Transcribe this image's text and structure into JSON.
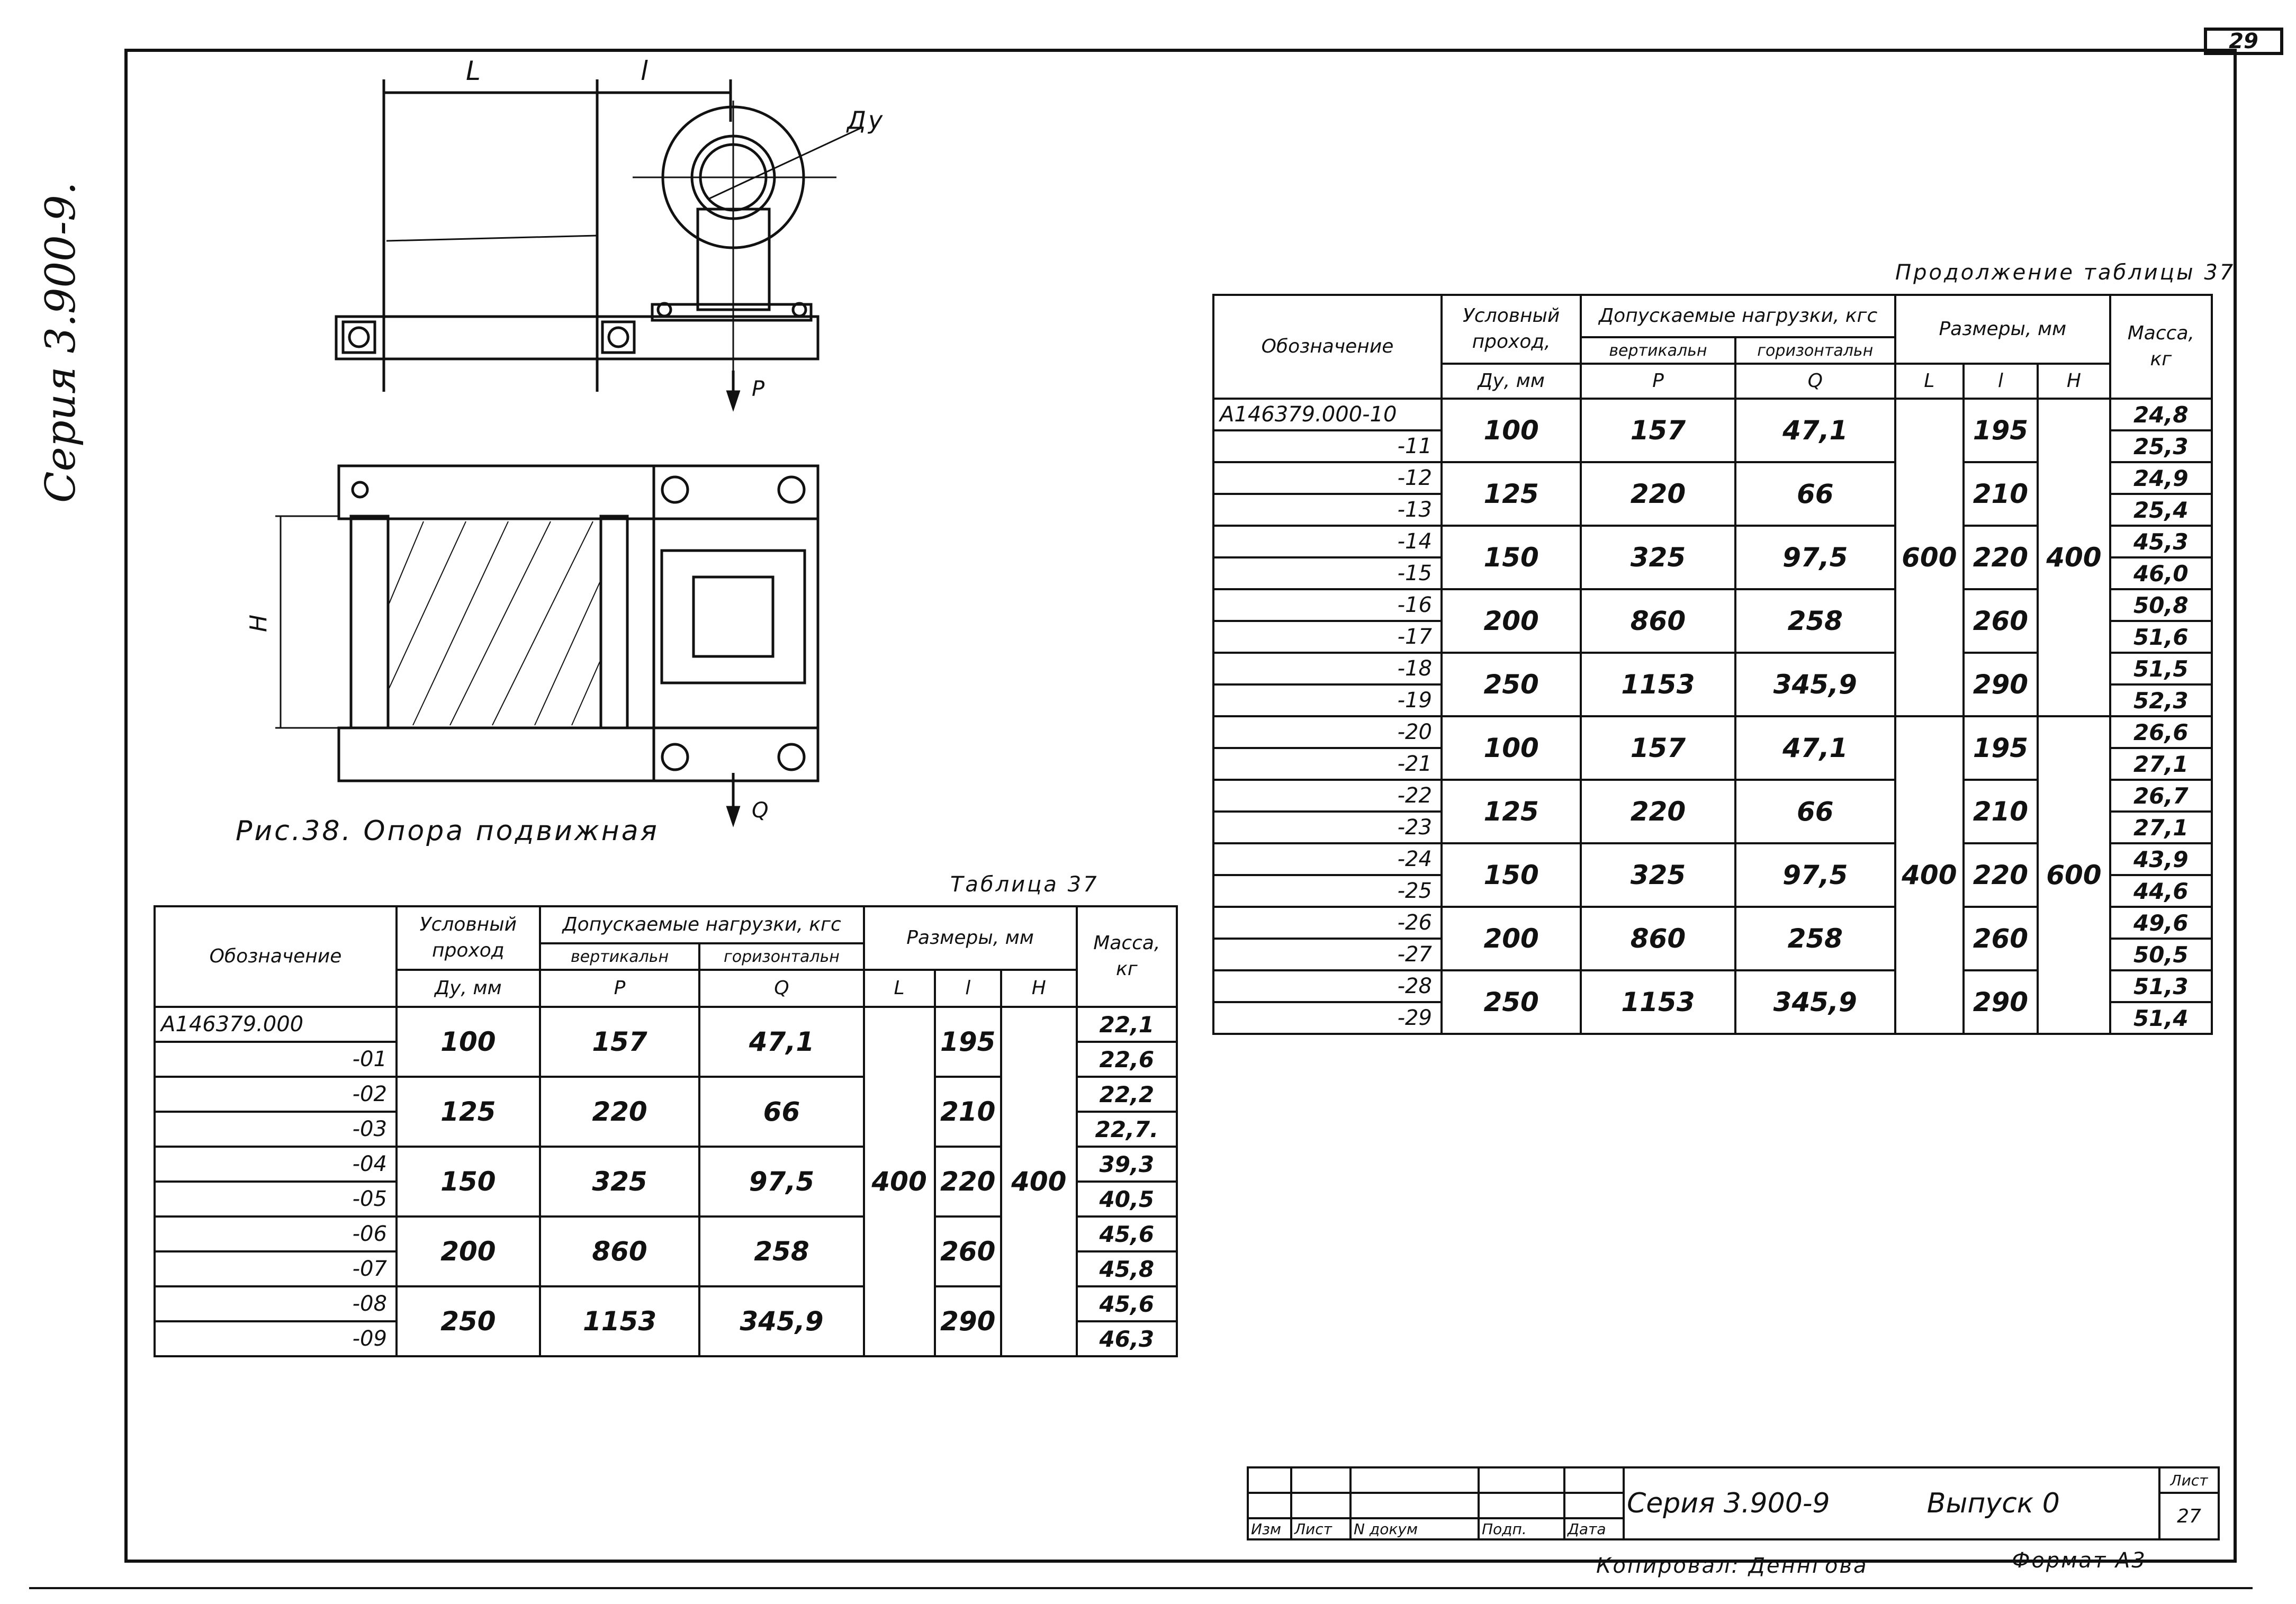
{
  "page": {
    "page_number": "29",
    "side_label": "Серия 3.900-9.",
    "figure_caption": "Рис.38. Опора подвижная",
    "copied_by": "Копировал: Деннгова",
    "format": "Формат А3"
  },
  "drawing_labels": {
    "L": "L",
    "l": "l",
    "du": "Ду",
    "P": "P",
    "Q": "Q",
    "H": "H"
  },
  "table37": {
    "title": "Таблица 37",
    "headers": {
      "designation": "Обозначение",
      "passage": "Условный проход",
      "passage_unit": "Ду, мм",
      "loads": "Допускаемые нагрузки, кгс",
      "vertical": "вертикальн",
      "horizontal": "горизонтальн",
      "P": "P",
      "Q": "Q",
      "dims": "Размеры, мм",
      "L": "L",
      "l": "l",
      "H": "H",
      "mass": "Масса, кг"
    },
    "L_value": "400",
    "H_value": "400",
    "groups": [
      {
        "d": "100",
        "p": "157",
        "q": "47,1",
        "l": "195",
        "rows": [
          {
            "des": "А146379.000",
            "mass": "22,1"
          },
          {
            "des": "-01",
            "mass": "22,6"
          }
        ]
      },
      {
        "d": "125",
        "p": "220",
        "q": "66",
        "l": "210",
        "rows": [
          {
            "des": "-02",
            "mass": "22,2"
          },
          {
            "des": "-03",
            "mass": "22,7."
          }
        ]
      },
      {
        "d": "150",
        "p": "325",
        "q": "97,5",
        "l": "220",
        "rows": [
          {
            "des": "-04",
            "mass": "39,3"
          },
          {
            "des": "-05",
            "mass": "40,5"
          }
        ]
      },
      {
        "d": "200",
        "p": "860",
        "q": "258",
        "l": "260",
        "rows": [
          {
            "des": "-06",
            "mass": "45,6"
          },
          {
            "des": "-07",
            "mass": "45,8"
          }
        ]
      },
      {
        "d": "250",
        "p": "1153",
        "q": "345,9",
        "l": "290",
        "rows": [
          {
            "des": "-08",
            "mass": "45,6"
          },
          {
            "des": "-09",
            "mass": "46,3"
          }
        ]
      }
    ]
  },
  "table37_cont": {
    "title": "Продолжение таблицы 37",
    "headers": {
      "designation": "Обозначение",
      "passage": "Условный проход,",
      "passage_unit": "Ду, мм",
      "loads": "Допускаемые нагрузки, кгс",
      "vertical": "вертикальн",
      "horizontal": "горизонтальн",
      "P": "P",
      "Q": "Q",
      "dims": "Размеры, мм",
      "L": "L",
      "l": "l",
      "H": "H",
      "mass": "Масса, кг"
    },
    "blocks": [
      {
        "L_value": "600",
        "H_value": "400",
        "groups": [
          {
            "d": "100",
            "p": "157",
            "q": "47,1",
            "l": "195",
            "rows": [
              {
                "des": "А146379.000-10",
                "mass": "24,8"
              },
              {
                "des": "-11",
                "mass": "25,3"
              }
            ]
          },
          {
            "d": "125",
            "p": "220",
            "q": "66",
            "l": "210",
            "rows": [
              {
                "des": "-12",
                "mass": "24,9"
              },
              {
                "des": "-13",
                "mass": "25,4"
              }
            ]
          },
          {
            "d": "150",
            "p": "325",
            "q": "97,5",
            "l": "220",
            "rows": [
              {
                "des": "-14",
                "mass": "45,3"
              },
              {
                "des": "-15",
                "mass": "46,0"
              }
            ]
          },
          {
            "d": "200",
            "p": "860",
            "q": "258",
            "l": "260",
            "rows": [
              {
                "des": "-16",
                "mass": "50,8"
              },
              {
                "des": "-17",
                "mass": "51,6"
              }
            ]
          },
          {
            "d": "250",
            "p": "1153",
            "q": "345,9",
            "l": "290",
            "rows": [
              {
                "des": "-18",
                "mass": "51,5"
              },
              {
                "des": "-19",
                "mass": "52,3"
              }
            ]
          }
        ]
      },
      {
        "L_value": "400",
        "H_value": "600",
        "groups": [
          {
            "d": "100",
            "p": "157",
            "q": "47,1",
            "l": "195",
            "rows": [
              {
                "des": "-20",
                "mass": "26,6"
              },
              {
                "des": "-21",
                "mass": "27,1"
              }
            ]
          },
          {
            "d": "125",
            "p": "220",
            "q": "66",
            "l": "210",
            "rows": [
              {
                "des": "-22",
                "mass": "26,7"
              },
              {
                "des": "-23",
                "mass": "27,1"
              }
            ]
          },
          {
            "d": "150",
            "p": "325",
            "q": "97,5",
            "l": "220",
            "rows": [
              {
                "des": "-24",
                "mass": "43,9"
              },
              {
                "des": "-25",
                "mass": "44,6"
              }
            ]
          },
          {
            "d": "200",
            "p": "860",
            "q": "258",
            "l": "260",
            "rows": [
              {
                "des": "-26",
                "mass": "49,6"
              },
              {
                "des": "-27",
                "mass": "50,5"
              }
            ]
          },
          {
            "d": "250",
            "p": "1153",
            "q": "345,9",
            "l": "290",
            "rows": [
              {
                "des": "-28",
                "mass": "51,3"
              },
              {
                "des": "-29",
                "mass": "51,4"
              }
            ]
          }
        ]
      }
    ]
  },
  "title_block": {
    "series": "Серия 3.900-9",
    "issue": "Выпуск 0",
    "sheet_label": "Лист",
    "sheet_number": "27",
    "cols": [
      "Изм",
      "Лист",
      "N докум",
      "Подп.",
      "Дата"
    ]
  }
}
